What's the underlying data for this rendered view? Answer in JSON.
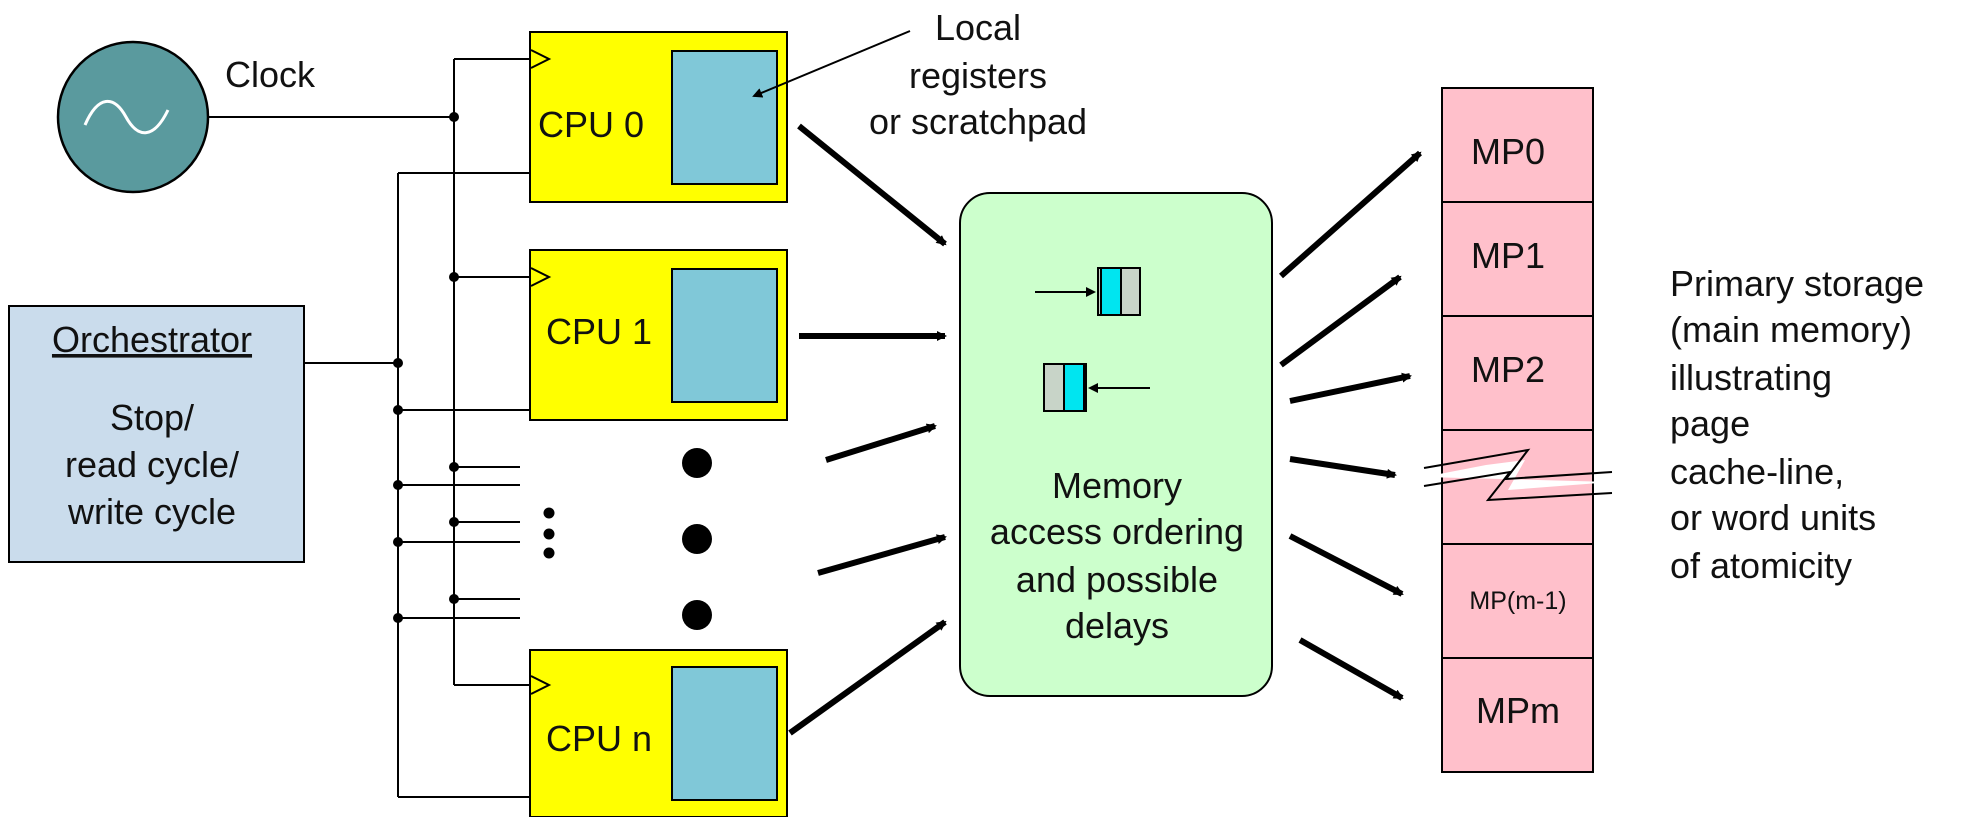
{
  "colors": {
    "cpu_fill": "#ffff00",
    "register_fill": "#80c8d8",
    "orchestrator_fill": "#cadcec",
    "memory_order_fill": "#ccffcc",
    "memory_page_fill": "#ffc0cb",
    "clock_fill": "#5a9a9e",
    "queue_cell_fill": "#00e5f0",
    "queue_body_fill": "#c8d4c8"
  },
  "clock": {
    "label": "Clock",
    "icon": "sine-wave-icon"
  },
  "orchestrator": {
    "title": "Orchestrator",
    "lines": [
      "Stop/",
      "read cycle/",
      "write cycle"
    ]
  },
  "cpus": [
    {
      "label": "CPU 0"
    },
    {
      "label": "CPU 1"
    },
    {
      "label": "CPU n"
    }
  ],
  "registers_callout": {
    "lines": [
      "Local",
      "registers",
      "or scratchpad"
    ]
  },
  "memory_ordering": {
    "lines": [
      "Memory",
      "access ordering",
      "and possible",
      "delays"
    ],
    "icons": [
      "queue-in-icon",
      "queue-out-icon"
    ]
  },
  "memory_pages": [
    "MP0",
    "MP1",
    "MP2",
    "",
    "MP(m-1)",
    "MPm"
  ],
  "primary_storage": {
    "lines": [
      "Primary storage",
      "(main memory)",
      "illustrating",
      "page",
      "cache-line,",
      "or word units",
      "of atomicity"
    ]
  }
}
